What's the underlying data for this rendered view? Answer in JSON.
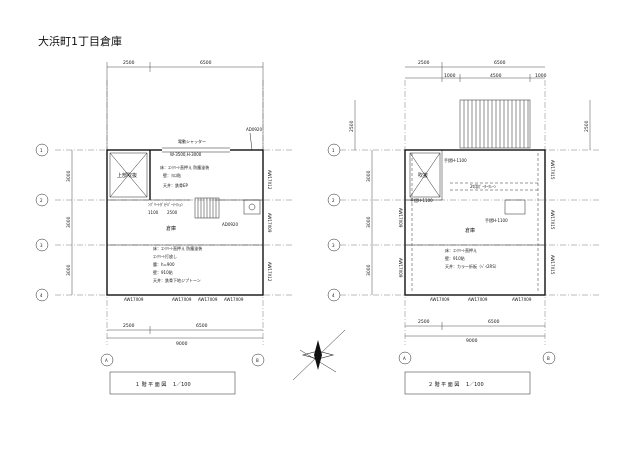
{
  "title": "大浜町1丁目倉庫",
  "plan1": {
    "caption": "１ 階 平 面 図 　1／100",
    "top_dims": [
      "2500",
      "6500"
    ],
    "bottom_dims": [
      "2500",
      "6500"
    ],
    "total_dim": "9000",
    "left_dims": [
      "3000",
      "3000",
      "3000"
    ],
    "rooms": [
      {
        "name": "上部吹抜"
      },
      {
        "name": "倉庫"
      }
    ],
    "notes_top": [
      "電動シャッター",
      "W-3500,H-3000",
      "床：ｺﾝｸﾘｰﾄ直押え 防塵塗装",
      "壁：ｸﾛｽ貼",
      "天井：鉄骨EP"
    ],
    "notes_bottom": [
      "床：ｺﾝｸﾘｰﾄ直押え 防塵塗装",
      "ｺﾝｸﾘｰﾄ打放し",
      "腰：h=900",
      "壁：910貼",
      "天井：鉄骨下地ジプトーン"
    ],
    "door_labels": [
      "AD0920",
      "AD0920"
    ],
    "stair_labels": [
      "ﾝｸﾞﾘｰﾄﾀﾞﾋﾞ",
      "ｰﾊﾟｰﾃｲｼｮﾝ",
      "1100",
      "2500"
    ],
    "window_labels": [
      "AW17X09",
      "AW17X09",
      "AW17X09",
      "AW17X09",
      "AW17X12",
      "AW17X09",
      "AW17X12"
    ],
    "grid_labels": [
      "A",
      "B",
      "1",
      "2",
      "3",
      "4"
    ]
  },
  "plan2": {
    "caption": "２ 階 平 面 図 　1／100",
    "top_dims_outer": [
      "2500",
      "6500"
    ],
    "top_dims_inner": [
      "1000",
      "4500",
      "1000"
    ],
    "side_dims": [
      "2500",
      "2500"
    ],
    "bottom_dims": [
      "2500",
      "6500"
    ],
    "total_dim": "9000",
    "left_dims": [
      "3000",
      "3000",
      "3000"
    ],
    "rooms": [
      {
        "name": "吹抜"
      },
      {
        "name": "倉庫"
      }
    ],
    "handrail_labels": [
      "手摺H-1100",
      "手摺H-1100",
      "手摺H-1100"
    ],
    "crane_label": "2t用ｶﾞｰﾀｰｸﾚｰﾝ",
    "notes": [
      "床：ｺﾝｸﾘｰﾄ直押え",
      "壁：910貼",
      "天井：カラー折板（ﾍﾟｲ2RS）"
    ],
    "window_labels": [
      "AW17X15",
      "AW17X15",
      "AW17X15",
      "AW17X09",
      "AW17X09",
      "AW17X09",
      "AW17X09",
      "AW17X09"
    ],
    "grid_labels": [
      "A",
      "B",
      "1",
      "2",
      "3",
      "4"
    ]
  }
}
